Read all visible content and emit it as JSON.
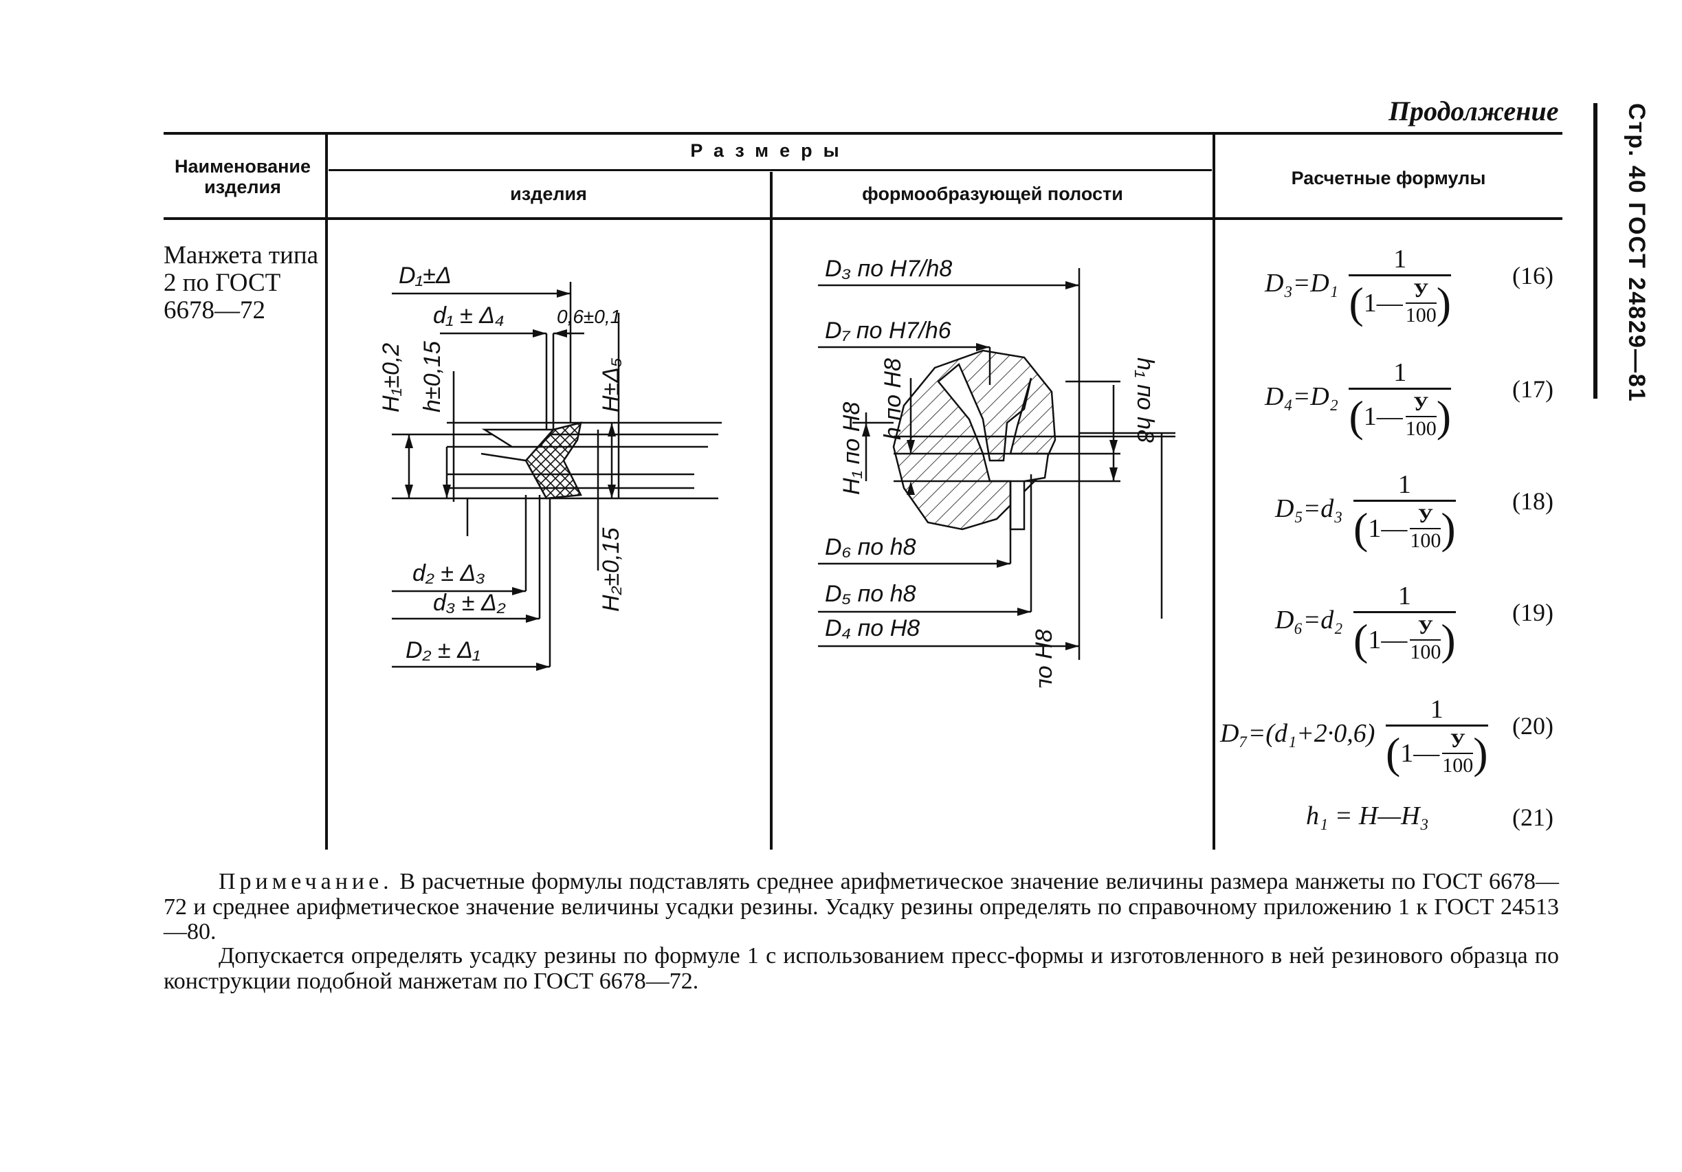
{
  "header": {
    "continuation": "Продолжение",
    "side_label": "Стр. 40 ГОСТ 24829—81"
  },
  "table": {
    "col_name": "Наименование изделия",
    "col_dimensions": "Размеры",
    "col_product": "изделия",
    "col_cavity": "формообразующей полости",
    "col_formulas": "Расчетные формулы",
    "product_name": "Манжета типа 2 по ГОСТ 6678—72"
  },
  "drawing_product": {
    "labels": [
      "D₁±Δ",
      "d₁ ± Δ₄",
      "0,6±0,1",
      "H₁±0,2",
      "h±0,15",
      "H±Δ₅",
      "H₂±0,15",
      "d₂ ± Δ₃",
      "d₃ ± Δ₂",
      "D₂ ± Δ₁"
    ]
  },
  "drawing_cavity": {
    "labels": [
      "D₃ по H7/h8",
      "D₇ по H7/h6",
      "h₁ по h8",
      "h по H8",
      "H₁ по H8",
      "D₆ по h8",
      "D₅ по h8",
      "D₄ по H8",
      "H по H8"
    ]
  },
  "formulas": [
    {
      "lhs": "D₃=D₁",
      "num": "1",
      "y": "У",
      "hundred": "100",
      "one_minus": "1—",
      "eq": "(16)"
    },
    {
      "lhs": "D₄=D₂",
      "num": "1",
      "y": "У",
      "hundred": "100",
      "one_minus": "1—",
      "eq": "(17)"
    },
    {
      "lhs": "D₅=d₃",
      "num": "1",
      "y": "У",
      "hundred": "100",
      "one_minus": "1—",
      "eq": "(18)"
    },
    {
      "lhs": "D₆=d₂",
      "num": "1",
      "y": "У",
      "hundred": "100",
      "one_minus": "1—",
      "eq": "(19)"
    },
    {
      "lhs": "D₇=(d₁+2·0,6)",
      "num": "1",
      "y": "У",
      "hundred": "100",
      "one_minus": "1—",
      "eq": "(20)"
    }
  ],
  "formula_21": {
    "text": "h₁ = H—H₃",
    "eq": "(21)"
  },
  "note": {
    "lead": "Примечание.",
    "p1": " В расчетные формулы подставлять среднее арифметическое значение величины размера манжеты по ГОСТ 6678—72 и среднее арифметическое значение величины усадки резины. Усадку резины определять по справочному приложению 1 к ГОСТ 24513—80.",
    "p2": "Допускается определять усадку резины по формуле 1 с использованием пресс-формы и изготовленного в ней резинового образца по конструкции подобной манжетам по ГОСТ 6678—72."
  }
}
